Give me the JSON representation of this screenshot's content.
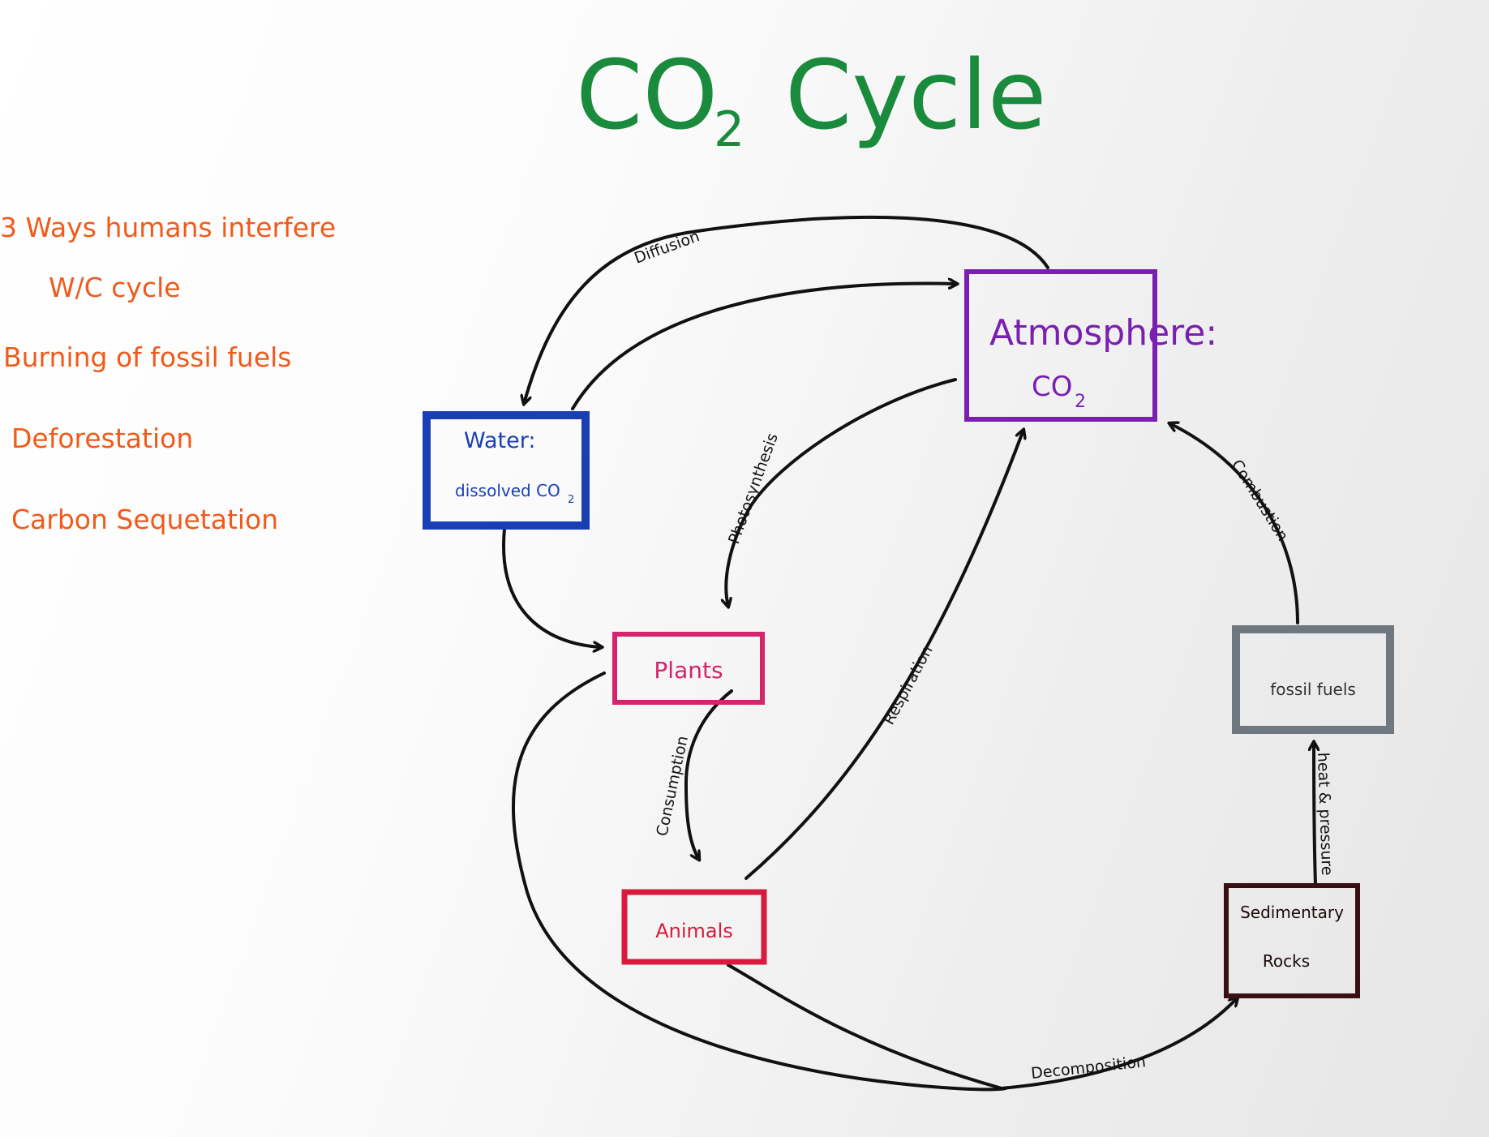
{
  "title": {
    "main": "CO",
    "subscript": "2",
    "rest": "Cycle"
  },
  "notes": {
    "heading_line1": "3 Ways humans interfere",
    "heading_line2": "W/C cycle",
    "items": [
      "Burning of fossil fuels",
      "Deforestation",
      "Carbon Sequetation"
    ]
  },
  "boxes": {
    "atmosphere": {
      "line1": "Atmosphere:",
      "line2": "CO",
      "line2_sub": "2",
      "color": "#7a1fb0"
    },
    "water": {
      "line1": "Water:",
      "line2": "dissolved CO",
      "line2_sub": "2",
      "color": "#1a3fb5"
    },
    "plants": {
      "label": "Plants",
      "color": "#d4246a"
    },
    "animals": {
      "label": "Animals",
      "color": "#d81b3c"
    },
    "fossil_fuels": {
      "label": "fossil fuels",
      "color": "#6f7880"
    },
    "sedimentary_rocks": {
      "line1": "Sedimentary",
      "line2": "Rocks",
      "color": "#3a0f14"
    }
  },
  "arrows": {
    "diffusion": "Diffusion",
    "photosynthesis": "Photosynthesis",
    "respiration": "Respiration",
    "consumption": "Consumption",
    "combustion": "Combustion",
    "heat_pressure": "heat & pressure",
    "decomposition": "Decomposition"
  }
}
